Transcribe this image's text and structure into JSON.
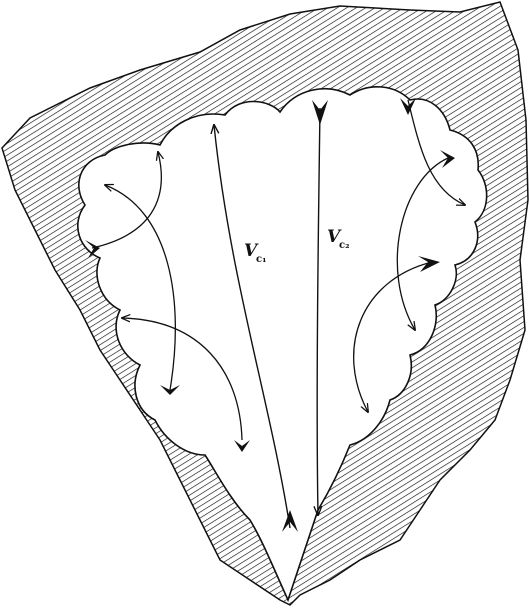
{
  "labels": {
    "vc1": {
      "main": "V",
      "sub": "c₁"
    },
    "vc2": {
      "main": "V",
      "sub": "c₂"
    }
  },
  "colors": {
    "ink": "#111111",
    "paper": "#ffffff"
  }
}
